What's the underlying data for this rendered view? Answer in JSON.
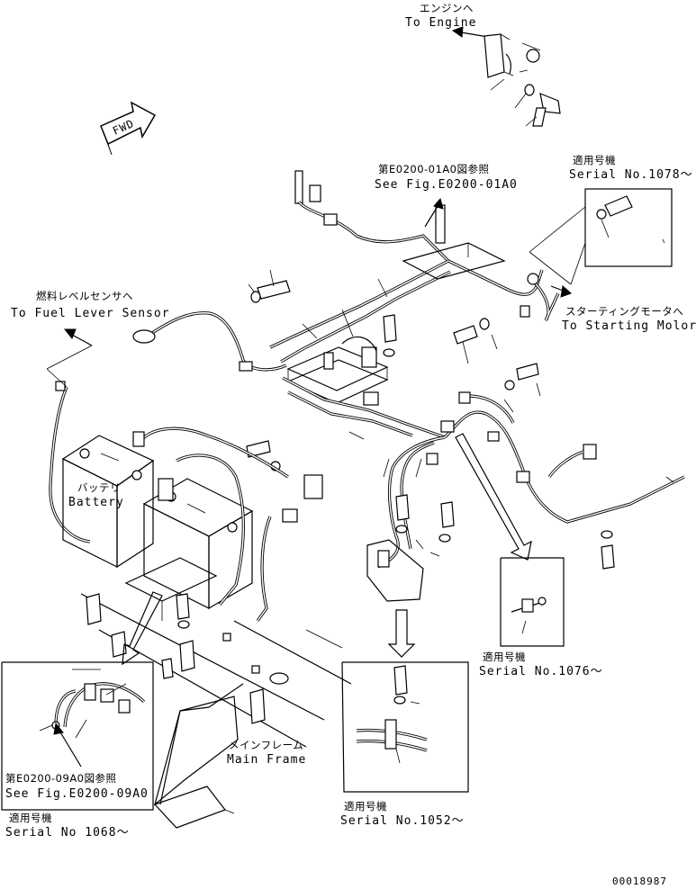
{
  "labels": {
    "to_engine_ja": "エンジンへ",
    "to_engine_en": "To Engine",
    "fwd": "FWD",
    "see_fig_top_ja": "第E0200-01A0図参照",
    "see_fig_top_en": "See Fig.E0200-01A0",
    "serial_1078_ja": "適用号機",
    "serial_1078_en": "Serial No.1078～",
    "fuel_sensor_ja": "燃料レベルセンサへ",
    "fuel_sensor_en": "To Fuel Lever Sensor",
    "starting_motor_ja": "スターティングモータへ",
    "starting_motor_en": "To Starting Molor",
    "battery_ja": "バッテリ",
    "battery_en": "Battery",
    "serial_1076_ja": "適用号機",
    "serial_1076_en": "Serial No.1076～",
    "main_frame_ja": "メインフレーム",
    "main_frame_en": "Main Frame",
    "see_fig_bottom_ja": "第E0200-09A0図参照",
    "see_fig_bottom_en": "See Fig.E0200-09A0",
    "serial_1068_ja": "適用号機",
    "serial_1068_en": "Serial No 1068～",
    "serial_1052_ja": "適用号機",
    "serial_1052_en": "Serial No.1052～",
    "drawing_number": "00018987"
  },
  "colors": {
    "line": "#000000",
    "background": "#ffffff"
  }
}
